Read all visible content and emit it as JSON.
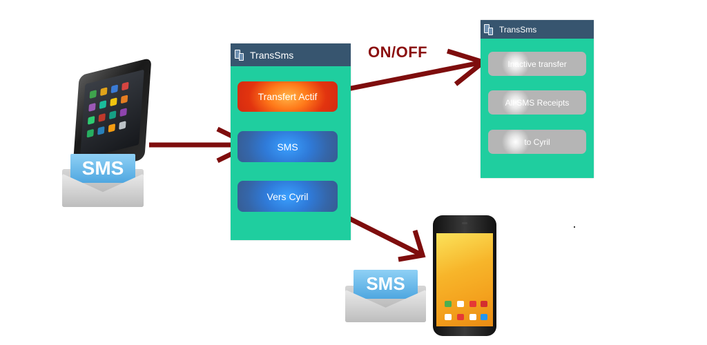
{
  "app1": {
    "title": "TransSms",
    "buttons": [
      {
        "label": "Transfert Actif",
        "style": "red"
      },
      {
        "label": "SMS",
        "style": "blue"
      },
      {
        "label": "Vers Cyril",
        "style": "blue"
      }
    ]
  },
  "app2": {
    "title": "TransSms",
    "buttons": [
      {
        "label": "Inactive transfer",
        "style": "gray"
      },
      {
        "label": "All SMS Receipts",
        "style": "gray"
      },
      {
        "label": "to Cyril",
        "style": "gray"
      }
    ]
  },
  "toggle_label": "ON/OFF",
  "envelope_label": "SMS",
  "colors": {
    "app_bg": "#1fce9f",
    "appbar": "#37556f",
    "arrow": "#7e0d0d",
    "button_red": "#e2340f",
    "button_blue": "#3566a9",
    "button_gray": "#b5b5b5"
  },
  "icons": [
    "transsms-app-icon",
    "sms-envelope-icon",
    "smartphone-icon"
  ]
}
